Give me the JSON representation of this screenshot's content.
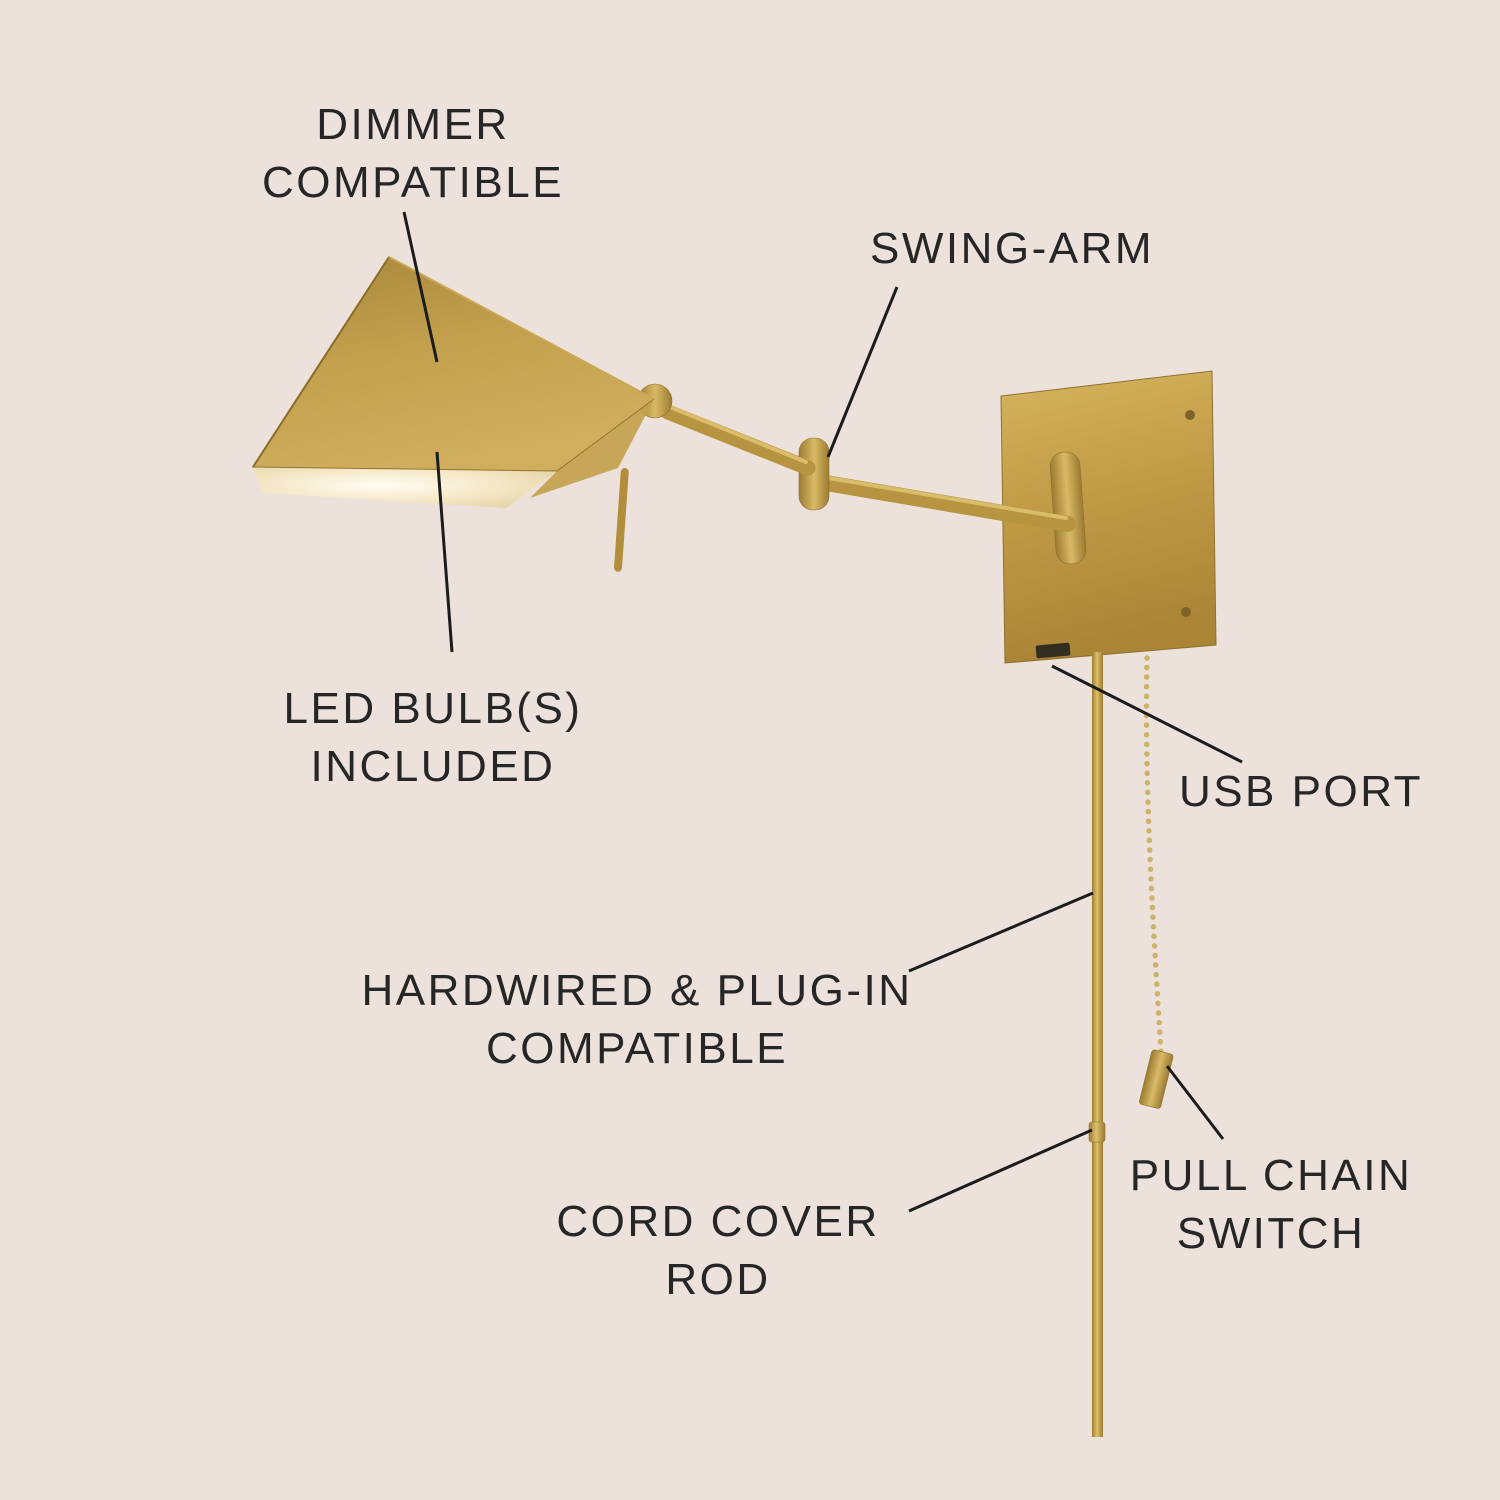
{
  "image_type": "product-feature-callout-diagram",
  "labels": {
    "dimmer": {
      "line1": "DIMMER",
      "line2": "COMPATIBLE"
    },
    "swing_arm": {
      "line1": "SWING-ARM"
    },
    "led_bulb": {
      "line1": "LED BULB(S)",
      "line2": "INCLUDED"
    },
    "usb_port": {
      "line1": "USB PORT"
    },
    "hardwired": {
      "line1": "HARDWIRED & PLUG-IN",
      "line2": "COMPATIBLE"
    },
    "pull_chain": {
      "line1": "PULL CHAIN",
      "line2": "SWITCH"
    },
    "cord_cover": {
      "line1": "CORD COVER",
      "line2": "ROD"
    }
  },
  "colors": {
    "background": "#ece2db",
    "text": "#262626",
    "callout_line": "#1c1c1c",
    "brass": "#bd9a45",
    "brass_dark": "#9c7b31",
    "brass_light": "#dcc06c",
    "shade_glow": "#f7ecd2"
  }
}
